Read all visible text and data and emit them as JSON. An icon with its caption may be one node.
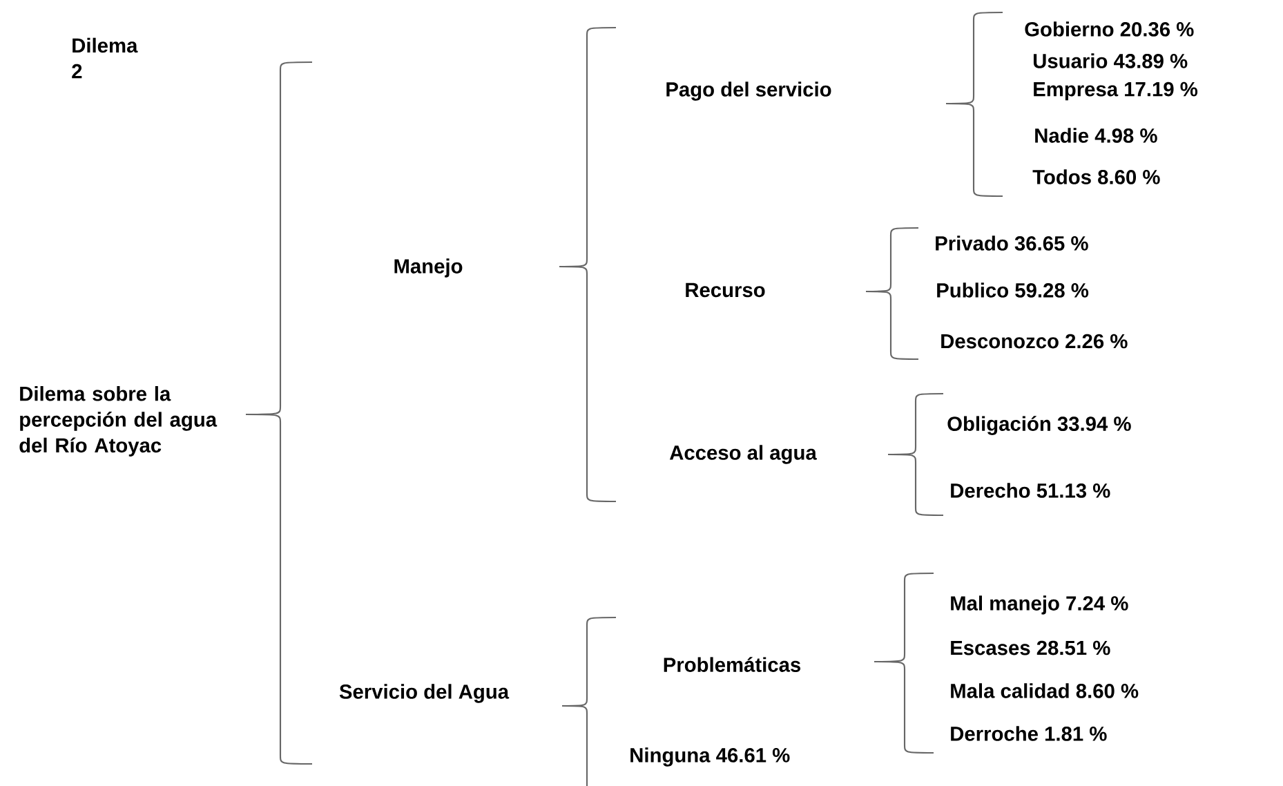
{
  "diagram": {
    "labels": [
      "Dilema 2",
      "Dilema sobre la percepción del agua del Río Atoyac",
      "Manejo",
      "Pago del servicio",
      "Gobierno 20.36 %",
      "Usuario 43.89 %",
      "Empresa 17.19 %",
      "Nadie 4.98 %",
      "Todos 8.60 %",
      "Recurso",
      "Privado 36.65 %",
      "Publico 59.28 %",
      "Desconozco 2.26 %",
      "Acceso al agua",
      "Obligación 33.94 %",
      "Derecho 51.13 %",
      "Servicio del Agua",
      "Problemáticas",
      "Mal manejo 7.24 %",
      "Escases 28.51 %",
      "Mala calidad 8.60 %",
      "Derroche 1.81 %",
      "Ninguna 46.61 %"
    ]
  }
}
